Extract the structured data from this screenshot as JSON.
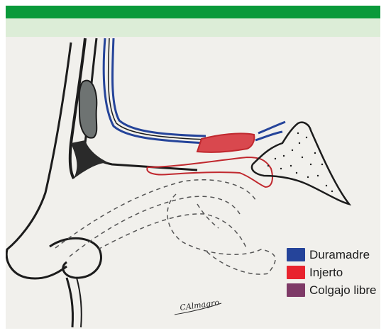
{
  "colors": {
    "top_bar": "#0a9a3a",
    "sub_bar": "#dcedd7",
    "paper": "#f1f0ec",
    "ink": "#1c1c1c"
  },
  "legend": {
    "items": [
      {
        "label": "Duramadre",
        "color": "#25449a"
      },
      {
        "label": "Injerto",
        "color": "#e8232e"
      },
      {
        "label": "Colgajo libre",
        "color": "#7e3a67"
      }
    ]
  },
  "signature": "CAlmagro"
}
